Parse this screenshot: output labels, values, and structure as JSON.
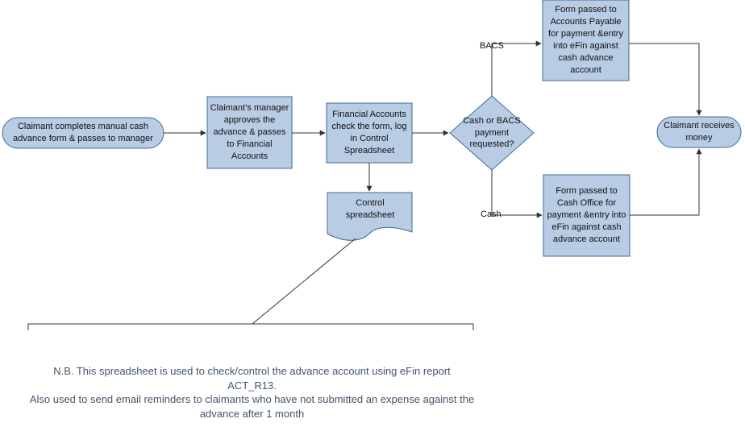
{
  "colors": {
    "fill": "#b8cce4",
    "stroke": "#3f6a94",
    "edge": "#333333",
    "note_text": "#44546a"
  },
  "nodes": {
    "claimant_start": "Claimant completes manual cash advance form & passes to manager",
    "manager_approves": "Claimant’s manager approves the advance & passes to Financial Accounts",
    "financial_accounts": "Financial Accounts check the form, log in Control Spreadsheet",
    "control_spreadsheet": "Control spreadsheet",
    "decision": "Cash or BACS payment requested?",
    "accounts_payable": "Form passed to Accounts Payable for payment &entry into eFin against cash advance account",
    "cash_office": "Form passed to Cash Office for payment &entry into eFin against cash advance account",
    "claimant_receives": "Claimant receives money"
  },
  "edge_labels": {
    "bacs": "BACS",
    "cash": "Cash"
  },
  "note": {
    "line1": "N.B. This spreadsheet is used to check/control the advance account using eFin report ACT_R13.",
    "line2": "Also used to send email reminders to claimants who have not submitted an expense against the advance after 1 month"
  }
}
